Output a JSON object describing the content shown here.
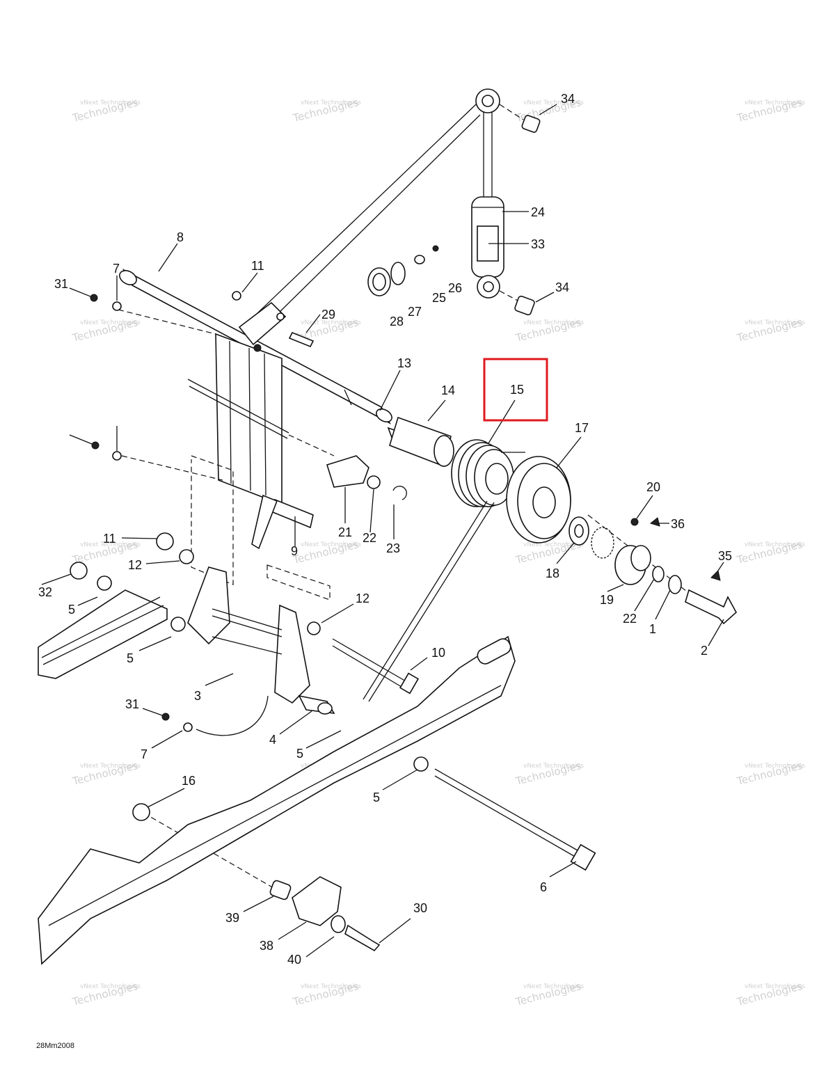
{
  "diagram": {
    "drawing_code": "28Mm2008",
    "watermark": {
      "line1": "vNext Technologies",
      "line2": "vNext",
      "line3": "Technologies"
    },
    "highlight": {
      "label": "15",
      "color": "#e0191e"
    },
    "callouts": [
      "34",
      "24",
      "33",
      "26",
      "25",
      "27",
      "28",
      "8",
      "11",
      "7",
      "31",
      "29",
      "13",
      "14",
      "15",
      "17",
      "20",
      "36",
      "21",
      "22",
      "23",
      "9",
      "11",
      "12",
      "32",
      "5",
      "5",
      "12",
      "3",
      "10",
      "18",
      "19",
      "35",
      "22",
      "1",
      "2",
      "31",
      "7",
      "4",
      "5",
      "5",
      "16",
      "6",
      "39",
      "30",
      "38",
      "40",
      "34"
    ]
  }
}
